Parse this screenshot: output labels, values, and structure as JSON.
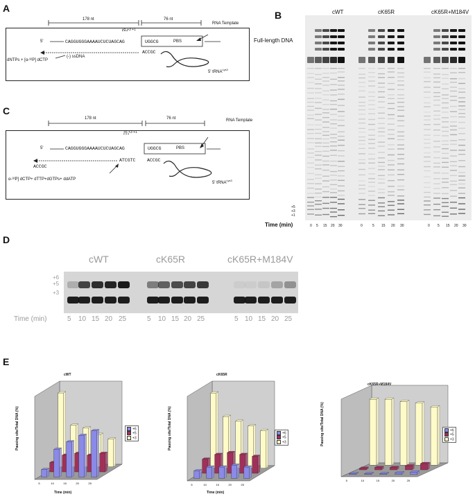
{
  "panels": {
    "A": {
      "label": "A",
      "nt_left": "178 nt",
      "nt_right": "76 nt",
      "rna_template": "RNA Template",
      "positions": "+5  +3  +1",
      "five_prime": "5'",
      "sequence": "CAGGUGGGAAAAUCUCUAGCAG",
      "pbs_box": "UGGCG",
      "pbs": "PBS",
      "accgc": "ACCGC",
      "dntps": "dNTPs + [α-³²P] dCTP",
      "ssdna": "(-) ssDNA",
      "trna": "5' tRNA",
      "trna_sup": "Lys3"
    },
    "B": {
      "label": "B",
      "conditions": [
        "cWT",
        "cK65R",
        "cK65R+M184V"
      ],
      "full_length": "Full-length DNA",
      "markers": [
        "+5",
        "+3",
        "+1"
      ],
      "time_label": "Time (min)",
      "times": [
        "0",
        "5",
        "15",
        "20",
        "30"
      ]
    },
    "C": {
      "label": "C",
      "nt_left": "178 nt",
      "nt_right": "76 nt",
      "rna_template": "RNA Template",
      "positions": "+6  +3  +1",
      "five_prime": "5'",
      "sequence": "CAGGUGGGAAAAUCUCUAGCAG",
      "pbs_box": "UGGCG",
      "pbs": "PBS",
      "accgc_left": "ACCGC",
      "atcgtc": "ATCGTC",
      "accgc": "ACCGC",
      "dntps": "α-³²P] dCTP+ dTTP+dGTPs+ ddATP",
      "trna": "5' tRNA",
      "trna_sup": "Lys3"
    },
    "D": {
      "label": "D",
      "conditions": [
        "cWT",
        "cK65R",
        "cK65R+M184V"
      ],
      "markers": [
        "+6",
        "+5",
        "+3"
      ],
      "time_label": "Time (min)",
      "times": [
        "5",
        "10",
        "15",
        "20",
        "25"
      ]
    },
    "E": {
      "label": "E",
      "ylabel": "Pausing site/Total DNA (%)",
      "xlabel": "Time (min)",
      "legend": [
        "+6",
        "+5",
        "+3"
      ]
    }
  },
  "colors": {
    "plus6": "#8a8ae8",
    "plus5": "#a0305a",
    "plus3": "#fffbc8"
  },
  "chart_data": [
    {
      "type": "bar",
      "title": "cWT",
      "categories": [
        "5",
        "10",
        "15",
        "20",
        "25"
      ],
      "series": [
        {
          "name": "+6",
          "values": [
            8,
            30,
            38,
            45,
            50
          ]
        },
        {
          "name": "+5",
          "values": [
            10,
            18,
            20,
            18,
            20
          ]
        },
        {
          "name": "+3",
          "values": [
            80,
            45,
            42,
            35,
            30
          ]
        }
      ],
      "ylim": [
        0,
        90
      ]
    },
    {
      "type": "bar",
      "title": "cK65R",
      "categories": [
        "5",
        "10",
        "15",
        "20",
        "25"
      ],
      "series": [
        {
          "name": "+6",
          "values": [
            8,
            12,
            12,
            14,
            12
          ]
        },
        {
          "name": "+5",
          "values": [
            15,
            20,
            22,
            20,
            18
          ]
        },
        {
          "name": "+3",
          "values": [
            80,
            55,
            50,
            45,
            40
          ]
        }
      ],
      "ylim": [
        0,
        90
      ]
    },
    {
      "type": "bar",
      "title": "cK65R+M184V",
      "categories": [
        "5",
        "10",
        "15",
        "20",
        "25"
      ],
      "series": [
        {
          "name": "+6",
          "values": [
            1,
            1,
            1,
            2,
            3
          ]
        },
        {
          "name": "+5",
          "values": [
            2,
            3,
            3,
            5,
            8
          ]
        },
        {
          "name": "+3",
          "values": [
            85,
            85,
            82,
            80,
            75
          ]
        }
      ],
      "ylim": [
        0,
        100
      ]
    }
  ]
}
